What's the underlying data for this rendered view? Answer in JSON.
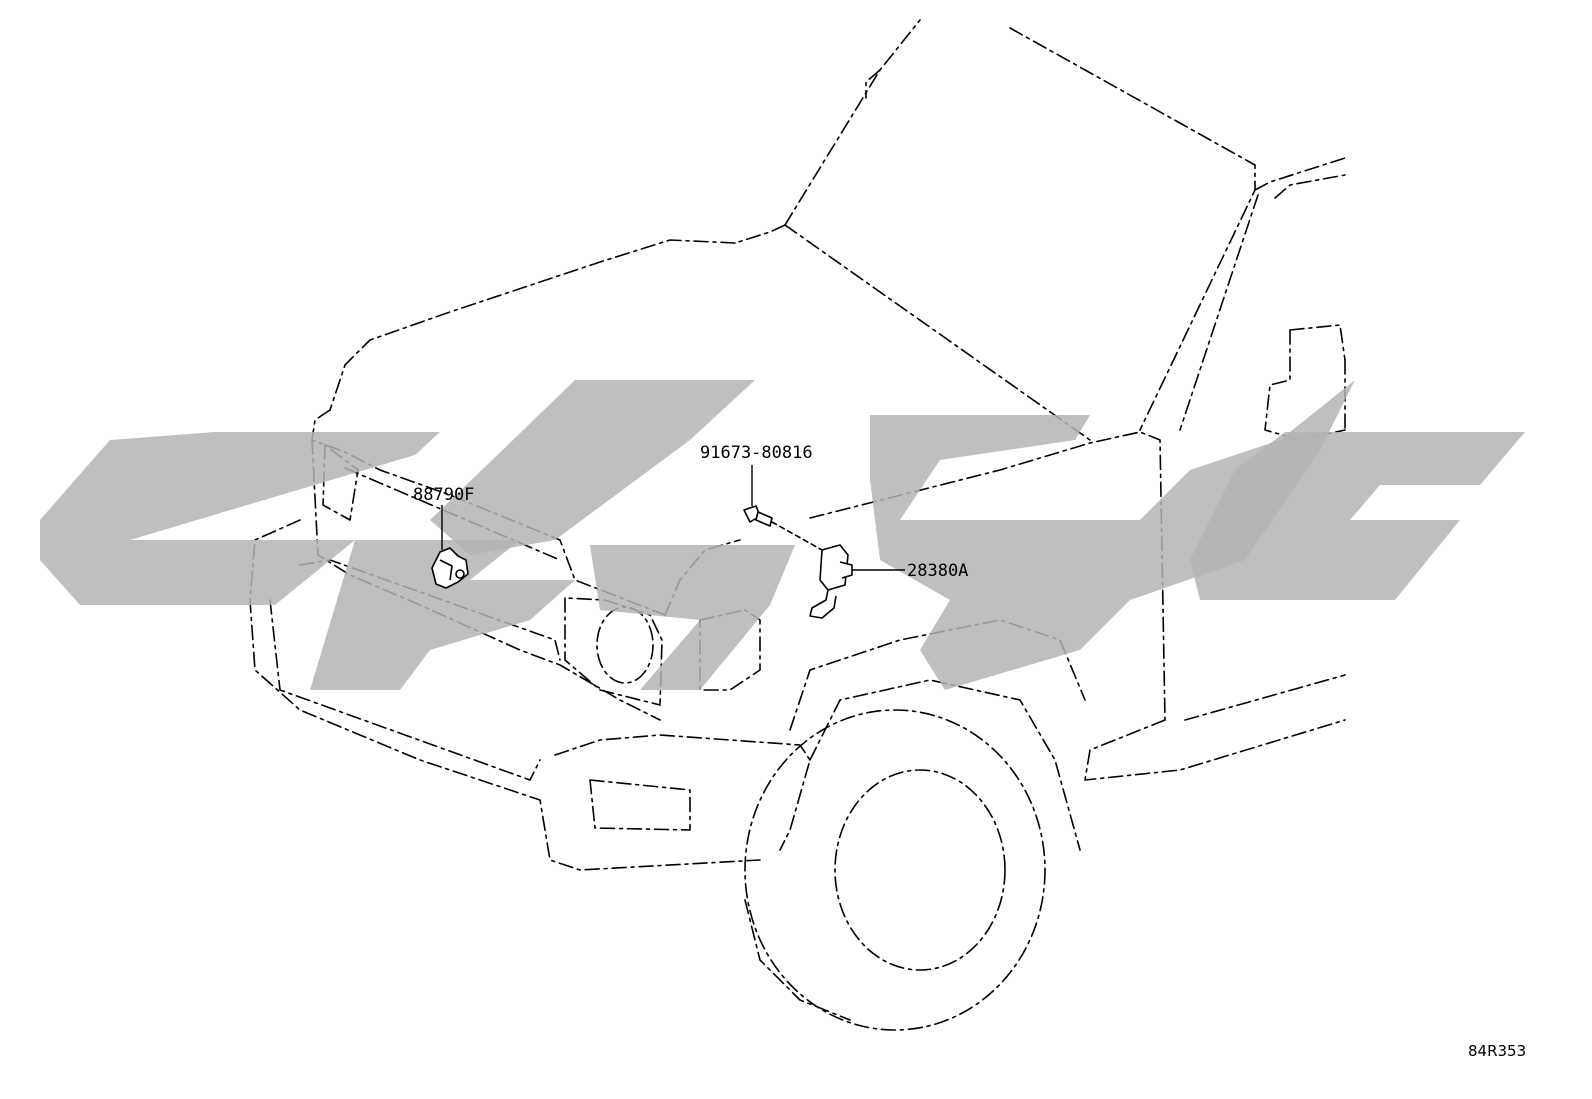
{
  "diagram": {
    "callouts": [
      {
        "id": "washer-nozzle",
        "label": "88790F"
      },
      {
        "id": "bolt",
        "label": "91673-80816"
      },
      {
        "id": "sensor",
        "label": "28380A"
      }
    ],
    "reference_code": "84R353"
  },
  "colors": {
    "line": "#000000",
    "watermark": "#b4b4b4",
    "background": "#ffffff"
  }
}
